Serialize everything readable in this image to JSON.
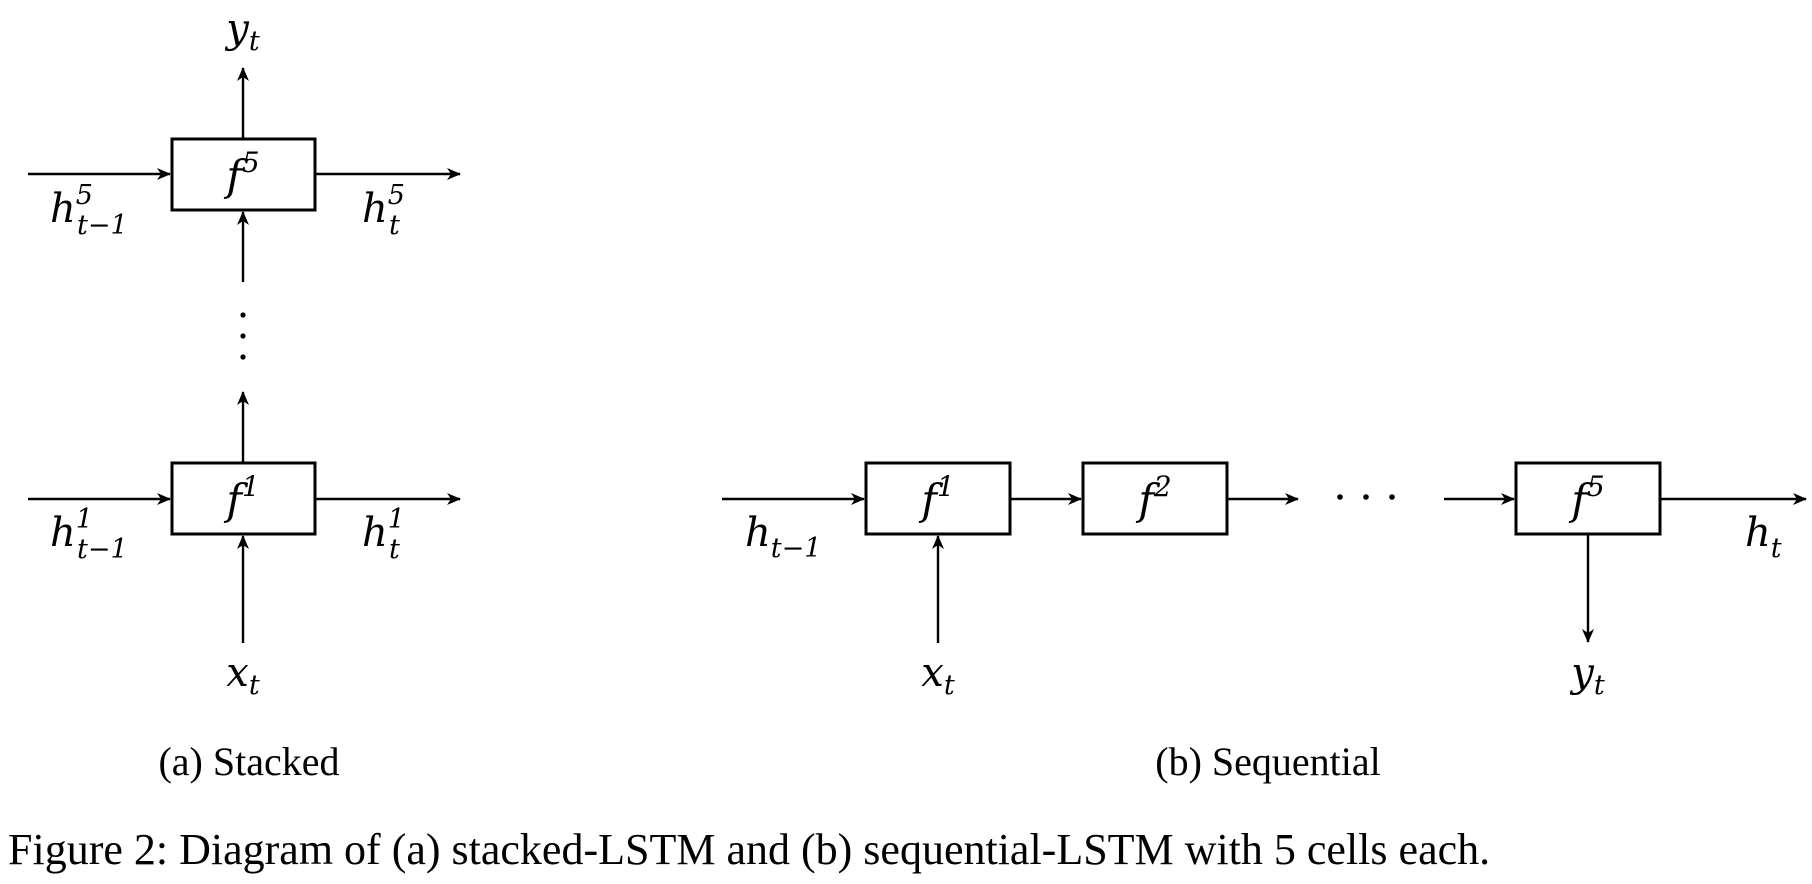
{
  "stacked": {
    "top_cell": {
      "base": "f",
      "sup": "5"
    },
    "bottom_cell": {
      "base": "f",
      "sup": "1"
    },
    "output": {
      "base": "y",
      "sub": "t"
    },
    "input": {
      "base": "x",
      "sub": "t"
    },
    "top_prev_state": {
      "base": "h",
      "sup": "5",
      "sub": "t−1"
    },
    "top_next_state": {
      "base": "h",
      "sup": "5",
      "sub": "t"
    },
    "bottom_prev_state": {
      "base": "h",
      "sup": "1",
      "sub": "t−1"
    },
    "bottom_next_state": {
      "base": "h",
      "sup": "1",
      "sub": "t"
    },
    "ellipsis": "⋮",
    "caption": "(a) Stacked"
  },
  "sequential": {
    "cell_1": {
      "base": "f",
      "sup": "1"
    },
    "cell_2": {
      "base": "f",
      "sup": "2"
    },
    "cell_5": {
      "base": "f",
      "sup": "5"
    },
    "ellipsis": "···",
    "prev_state": {
      "base": "h",
      "sub": "t−1"
    },
    "next_state": {
      "base": "h",
      "sub": "t"
    },
    "input": {
      "base": "x",
      "sub": "t"
    },
    "output": {
      "base": "y",
      "sub": "t"
    },
    "caption": "(b) Sequential"
  },
  "figure_caption": "Figure 2: Diagram of (a) stacked-LSTM and (b) sequential-LSTM with 5 cells each."
}
